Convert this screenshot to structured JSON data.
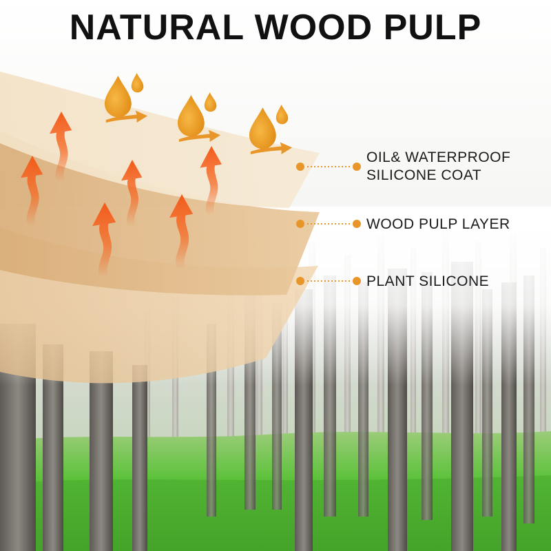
{
  "title": "NATURAL WOOD PULP",
  "labels": {
    "coat_line1": "OIL& WATERPROOF",
    "coat_line2": "SILICONE COAT",
    "pulp": "WOOD PULP LAYER",
    "silicone": "PLANT SILICONE"
  },
  "colors": {
    "accent_orange": "#e8962a",
    "heat_arrow": "#f25a1a",
    "grass": "#5cc23a",
    "trunk": "#6e6a64"
  },
  "icons": [
    "oil-drop-icon",
    "heat-arrow-icon",
    "leader-dot-icon"
  ]
}
